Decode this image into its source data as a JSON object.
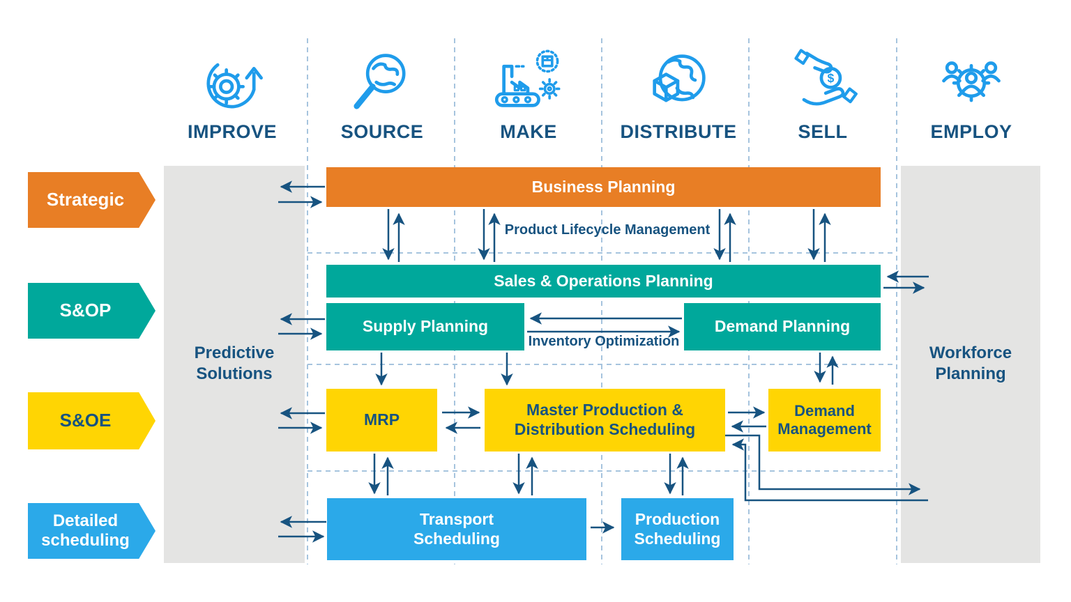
{
  "palette": {
    "orange": "#E87E25",
    "teal": "#00A89B",
    "yellow": "#FFD503",
    "blue": "#2BA9E9",
    "navy": "#175380",
    "icon_blue": "#1F9CEB",
    "band_gray": "#E4E4E3",
    "grid_dash": "#A6C4DE"
  },
  "header": {
    "columns": [
      {
        "label": "IMPROVE",
        "icon": "improve-icon"
      },
      {
        "label": "SOURCE",
        "icon": "source-icon"
      },
      {
        "label": "MAKE",
        "icon": "make-icon"
      },
      {
        "label": "DISTRIBUTE",
        "icon": "distribute-icon"
      },
      {
        "label": "SELL",
        "icon": "sell-icon"
      },
      {
        "label": "EMPLOY",
        "icon": "employ-icon"
      }
    ]
  },
  "row_labels": [
    {
      "label": "Strategic"
    },
    {
      "label": "S&OP"
    },
    {
      "label": "S&OE"
    },
    {
      "label": "Detailed scheduling"
    }
  ],
  "side_bands": {
    "left": "Predictive Solutions",
    "right": "Workforce Planning"
  },
  "boxes": {
    "business_planning": "Business Planning",
    "sales_operations_planning": "Sales & Operations Planning",
    "supply_planning": "Supply Planning",
    "demand_planning": "Demand Planning",
    "mrp": "MRP",
    "master_production": "Master Production & Distribution Scheduling",
    "demand_management": "Demand Management",
    "transport_scheduling": "Transport Scheduling",
    "production_scheduling": "Production Scheduling"
  },
  "annotations": {
    "product_lifecycle": "Product Lifecycle Management",
    "inventory_optimization": "Inventory Optimization"
  }
}
